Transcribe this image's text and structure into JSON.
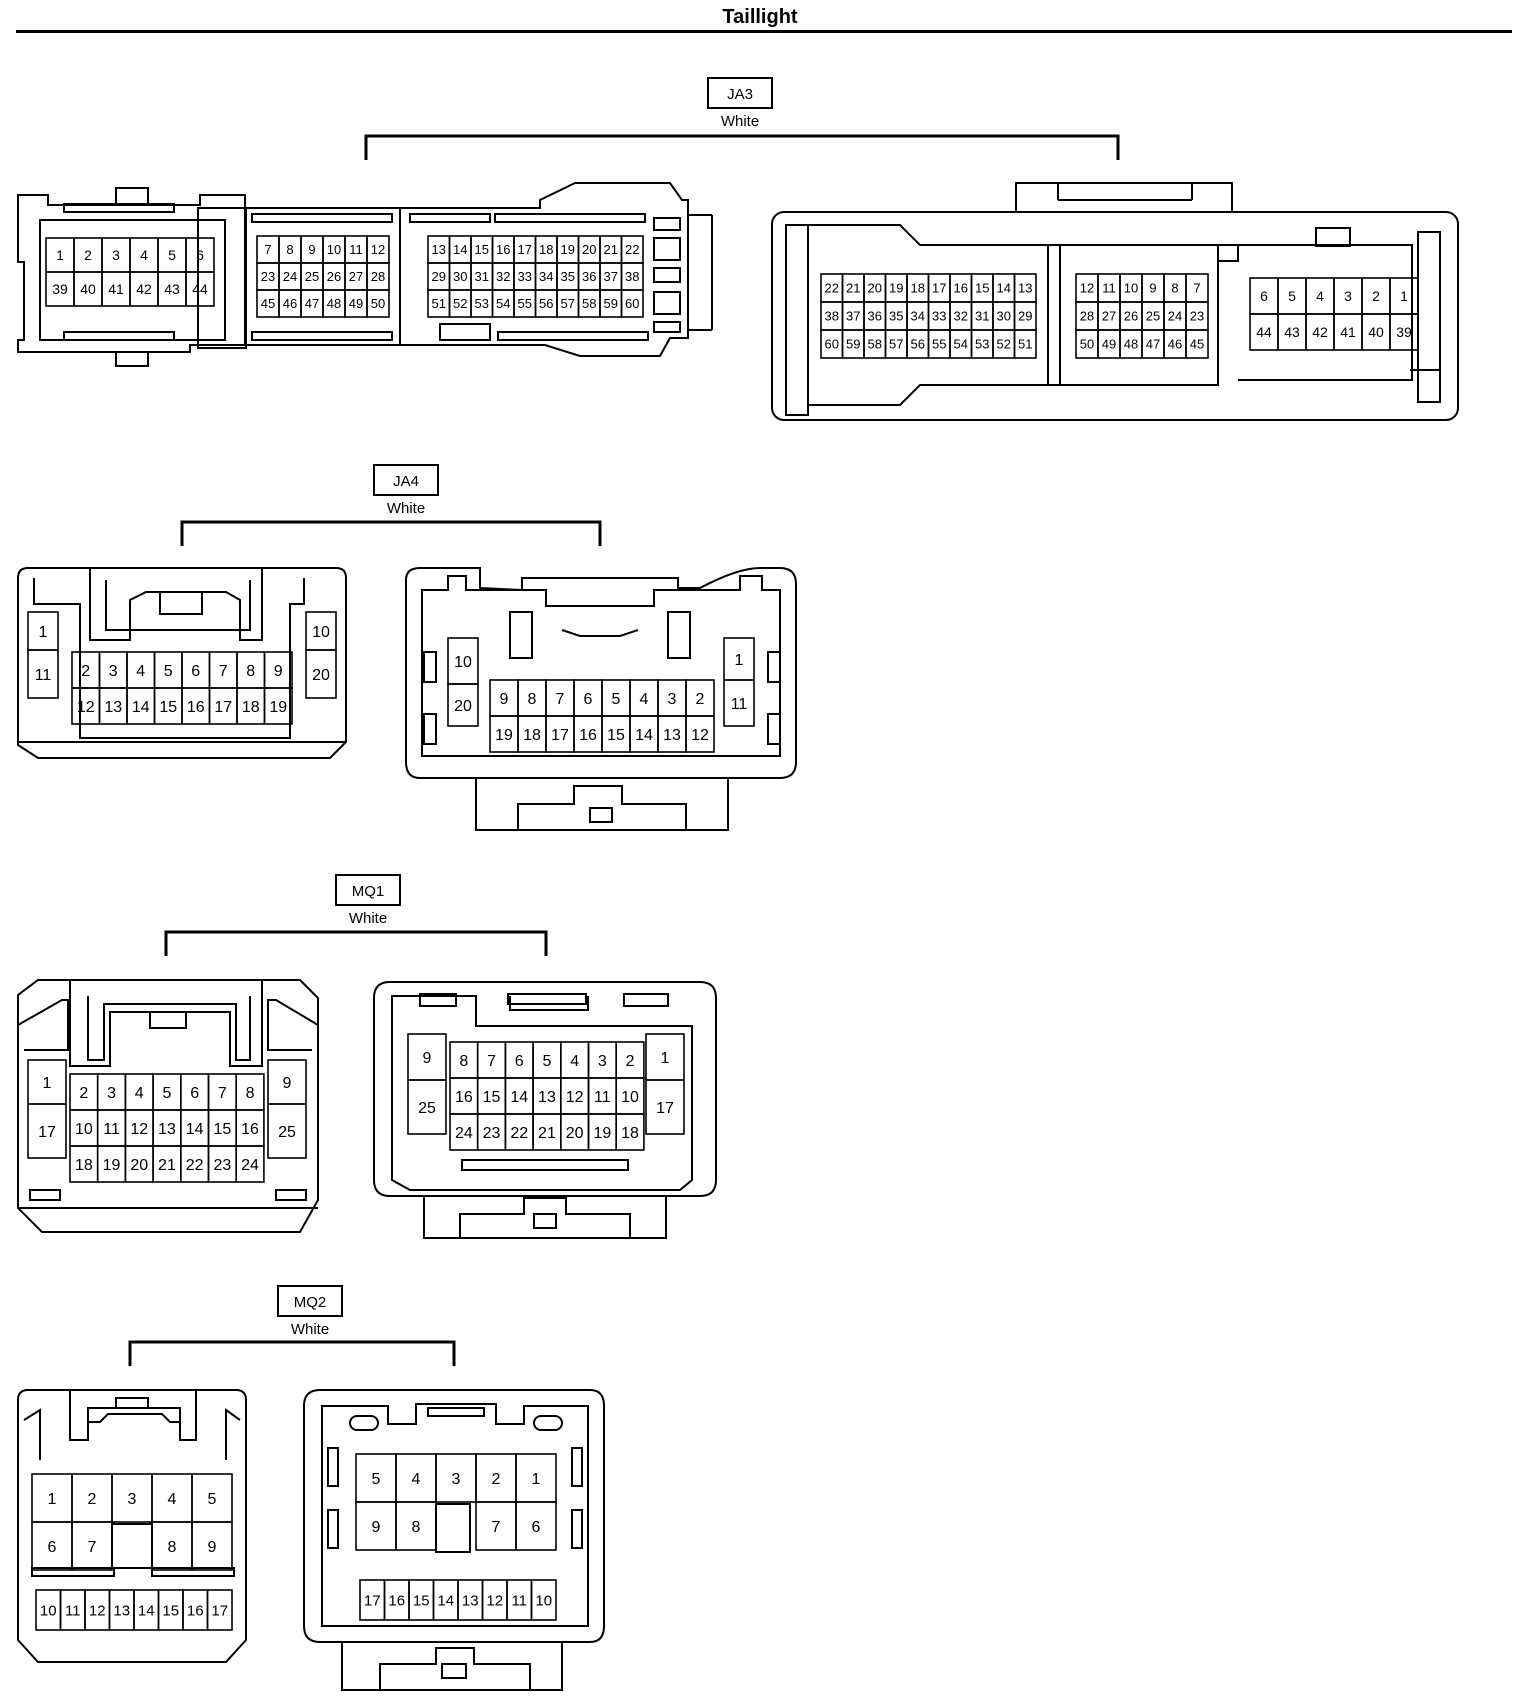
{
  "title": "Taillight",
  "connectors": [
    {
      "id": "JA3",
      "color": "White",
      "left": {
        "banks": [
          {
            "rows": [
              [
                "1",
                "2",
                "3",
                "4",
                "5",
                "6"
              ],
              [
                "39",
                "40",
                "41",
                "42",
                "43",
                "44"
              ]
            ]
          },
          {
            "rows": [
              [
                "7",
                "8",
                "9",
                "10",
                "11",
                "12"
              ],
              [
                "23",
                "24",
                "25",
                "26",
                "27",
                "28"
              ],
              [
                "45",
                "46",
                "47",
                "48",
                "49",
                "50"
              ]
            ]
          },
          {
            "rows": [
              [
                "13",
                "14",
                "15",
                "16",
                "17",
                "18",
                "19",
                "20",
                "21",
                "22"
              ],
              [
                "29",
                "30",
                "31",
                "32",
                "33",
                "34",
                "35",
                "36",
                "37",
                "38"
              ],
              [
                "51",
                "52",
                "53",
                "54",
                "55",
                "56",
                "57",
                "58",
                "59",
                "60"
              ]
            ]
          }
        ]
      },
      "right": {
        "banks": [
          {
            "rows": [
              [
                "22",
                "21",
                "20",
                "19",
                "18",
                "17",
                "16",
                "15",
                "14",
                "13"
              ],
              [
                "38",
                "37",
                "36",
                "35",
                "34",
                "33",
                "32",
                "31",
                "30",
                "29"
              ],
              [
                "60",
                "59",
                "58",
                "57",
                "56",
                "55",
                "54",
                "53",
                "52",
                "51"
              ]
            ]
          },
          {
            "rows": [
              [
                "12",
                "11",
                "10",
                "9",
                "8",
                "7"
              ],
              [
                "28",
                "27",
                "26",
                "25",
                "24",
                "23"
              ],
              [
                "50",
                "49",
                "48",
                "47",
                "46",
                "45"
              ]
            ]
          },
          {
            "rows": [
              [
                "6",
                "5",
                "4",
                "3",
                "2",
                "1"
              ],
              [
                "44",
                "43",
                "42",
                "41",
                "40",
                "39"
              ]
            ]
          }
        ]
      }
    },
    {
      "id": "JA4",
      "color": "White",
      "left": {
        "side_left": [
          "1",
          "11"
        ],
        "center": [
          [
            "2",
            "3",
            "4",
            "5",
            "6",
            "7",
            "8",
            "9"
          ],
          [
            "12",
            "13",
            "14",
            "15",
            "16",
            "17",
            "18",
            "19"
          ]
        ],
        "side_right": [
          "10",
          "20"
        ]
      },
      "right": {
        "side_left": [
          "10",
          "20"
        ],
        "center": [
          [
            "9",
            "8",
            "7",
            "6",
            "5",
            "4",
            "3",
            "2"
          ],
          [
            "19",
            "18",
            "17",
            "16",
            "15",
            "14",
            "13",
            "12"
          ]
        ],
        "side_right": [
          "1",
          "11"
        ]
      }
    },
    {
      "id": "MQ1",
      "color": "White",
      "left": {
        "side_left": [
          "1",
          "17"
        ],
        "center": [
          [
            "2",
            "3",
            "4",
            "5",
            "6",
            "7",
            "8"
          ],
          [
            "10",
            "11",
            "12",
            "13",
            "14",
            "15",
            "16"
          ],
          [
            "18",
            "19",
            "20",
            "21",
            "22",
            "23",
            "24"
          ]
        ],
        "side_right": [
          "9",
          "25"
        ]
      },
      "right": {
        "side_left": [
          "9",
          "25"
        ],
        "center": [
          [
            "8",
            "7",
            "6",
            "5",
            "4",
            "3",
            "2"
          ],
          [
            "16",
            "15",
            "14",
            "13",
            "12",
            "11",
            "10"
          ],
          [
            "24",
            "23",
            "22",
            "21",
            "20",
            "19",
            "18"
          ]
        ],
        "side_right": [
          "1",
          "17"
        ]
      }
    },
    {
      "id": "MQ2",
      "color": "White",
      "left": {
        "row1": [
          "1",
          "2",
          "3",
          "4",
          "5"
        ],
        "row2": [
          "6",
          "7",
          "",
          "8",
          "9"
        ],
        "row3": [
          "10",
          "11",
          "12",
          "13",
          "14",
          "15",
          "16",
          "17"
        ]
      },
      "right": {
        "row1": [
          "5",
          "4",
          "3",
          "2",
          "1"
        ],
        "row2": [
          "9",
          "8",
          "",
          "7",
          "6"
        ],
        "row3": [
          "17",
          "16",
          "15",
          "14",
          "13",
          "12",
          "11",
          "10"
        ]
      }
    }
  ]
}
